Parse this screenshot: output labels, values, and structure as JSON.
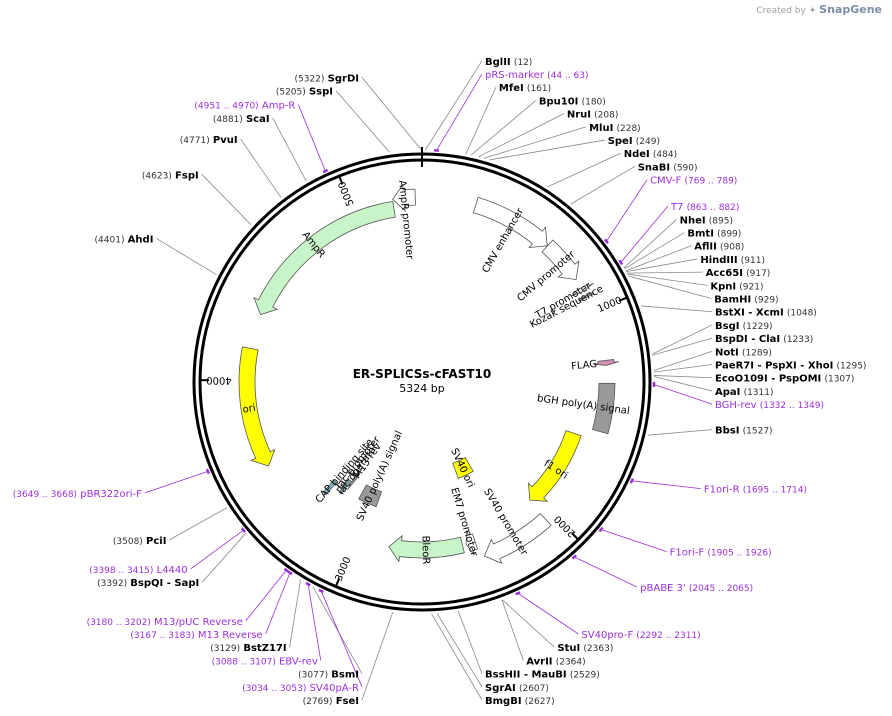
{
  "app": {
    "credit_text": "Created by",
    "brand": "SnapGene"
  },
  "plasmid": {
    "name": "ER-SPLICSs-cFAST10",
    "size_label": "5324 bp",
    "length": 5324
  },
  "ticks": [
    {
      "bp": 1000,
      "label": "1000"
    },
    {
      "bp": 2000,
      "label": "2000"
    },
    {
      "bp": 3000,
      "label": "3000"
    },
    {
      "bp": 4000,
      "label": "4000"
    },
    {
      "bp": 5000,
      "label": "5000"
    }
  ],
  "features": [
    {
      "name": "CMV enhancer",
      "start": 250,
      "end": 630,
      "strand": "+",
      "kind": "enhancer",
      "color": "#ffffff",
      "label": "CMV enhancer"
    },
    {
      "name": "CMV promoter",
      "start": 631,
      "end": 834,
      "strand": "+",
      "kind": "promoter",
      "color": "#ffffff",
      "label": "CMV promoter"
    },
    {
      "name": "T7 promoter",
      "start": 879,
      "end": 897,
      "strand": "+",
      "kind": "promoter",
      "color": "#ffffff",
      "label": "T7 promoter"
    },
    {
      "name": "Kozak sequence",
      "start": 920,
      "end": 929,
      "strand": "none",
      "kind": "misc",
      "color": "#b0b0b0",
      "label": "Kozak sequence"
    },
    {
      "name": "FLAG",
      "start": 1232,
      "end": 1255,
      "strand": "+",
      "kind": "tag",
      "color": "#d48fb0",
      "label": "FLAG"
    },
    {
      "name": "bGH poly(A) signal",
      "start": 1337,
      "end": 1561,
      "strand": "none",
      "kind": "terminator",
      "color": "#999999",
      "label": "bGH poly(A) signal"
    },
    {
      "name": "f1 ori",
      "start": 1607,
      "end": 2035,
      "strand": "+",
      "kind": "origin",
      "color": "#ffff00",
      "label": "f1 ori"
    },
    {
      "name": "SV40 promoter",
      "start": 2041,
      "end": 2370,
      "strand": "+",
      "kind": "promoter",
      "color": "#ffffff",
      "label": "SV40 promoter"
    },
    {
      "name": "SV40 ori",
      "start": 2221,
      "end": 2356,
      "strand": "none",
      "kind": "origin",
      "color": "#ffff00",
      "label": "SV40 ori"
    },
    {
      "name": "EM7 promoter",
      "start": 2390,
      "end": 2437,
      "strand": "+",
      "kind": "promoter",
      "color": "#ffffff",
      "label": "EM7 promoter"
    },
    {
      "name": "BleoR",
      "start": 2456,
      "end": 2830,
      "strand": "+",
      "kind": "cds",
      "color": "#c7f5c7",
      "label": "BleoR"
    },
    {
      "name": "SV40 poly(A) signal",
      "start": 2961,
      "end": 3082,
      "strand": "none",
      "kind": "terminator",
      "color": "#999999",
      "label": "SV40 poly(A) signal"
    },
    {
      "name": "M13 rev",
      "start": 3167,
      "end": 3183,
      "strand": "-",
      "kind": "primer_bind",
      "color": "#a0a0a0",
      "label": "M13 rev"
    },
    {
      "name": "lac operator",
      "start": 3191,
      "end": 3207,
      "strand": "none",
      "kind": "protein_bind",
      "color": "#7cbcc8",
      "label": "lac operator"
    },
    {
      "name": "lac promoter",
      "start": 3215,
      "end": 3245,
      "strand": "-",
      "kind": "promoter",
      "color": "#ffffff",
      "label": "lac promoter"
    },
    {
      "name": "CAP binding site",
      "start": 3260,
      "end": 3281,
      "strand": "none",
      "kind": "protein_bind",
      "color": "#7cbcc8",
      "label": "CAP binding site"
    },
    {
      "name": "ori",
      "start": 3569,
      "end": 4157,
      "strand": "-",
      "kind": "origin",
      "color": "#ffff00",
      "label": "ori"
    },
    {
      "name": "AmpR",
      "start": 4328,
      "end": 5188,
      "strand": "-",
      "kind": "cds",
      "color": "#c7f5c7",
      "label": "AmpR"
    },
    {
      "name": "AmpR promoter",
      "start": 5189,
      "end": 5293,
      "strand": "-",
      "kind": "promoter",
      "color": "#ffffff",
      "label": "AmpR promoter"
    }
  ],
  "enzymes": [
    {
      "text": "(5322)",
      "name": "SgrDI",
      "pos": 5322
    },
    {
      "text": "(12)",
      "name": "BglII",
      "pos": 12
    },
    {
      "text": "(161)",
      "name": "MfeI",
      "pos": 161
    },
    {
      "text": "(180)",
      "name": "Bpu10I",
      "pos": 180
    },
    {
      "text": "(208)",
      "name": "NruI",
      "pos": 208
    },
    {
      "text": "(228)",
      "name": "MluI",
      "pos": 228
    },
    {
      "text": "(249)",
      "name": "SpeI",
      "pos": 249
    },
    {
      "text": "(484)",
      "name": "NdeI",
      "pos": 484
    },
    {
      "text": "(590)",
      "name": "SnaBI",
      "pos": 590
    },
    {
      "text": "(895)",
      "name": "NheI",
      "pos": 895
    },
    {
      "text": "(899)",
      "name": "BmtI",
      "pos": 899
    },
    {
      "text": "(908)",
      "name": "AflII",
      "pos": 908
    },
    {
      "text": "(911)",
      "name": "HindIII",
      "pos": 911
    },
    {
      "text": "(917)",
      "name": "Acc65I",
      "pos": 917
    },
    {
      "text": "(921)",
      "name": "KpnI",
      "pos": 921
    },
    {
      "text": "(929)",
      "name": "BamHI",
      "pos": 929
    },
    {
      "text": "(1048)",
      "name": "BstXI - XcmI",
      "pos": 1048
    },
    {
      "text": "(1229)",
      "name": "BsgI",
      "pos": 1229
    },
    {
      "text": "(1233)",
      "name": "BspDI - ClaI",
      "pos": 1233
    },
    {
      "text": "(1289)",
      "name": "NotI",
      "pos": 1289
    },
    {
      "text": "(1295)",
      "name": "PaeR7I - PspXI - XhoI",
      "pos": 1295
    },
    {
      "text": "(1307)",
      "name": "EcoO109I - PspOMI",
      "pos": 1307
    },
    {
      "text": "(1311)",
      "name": "ApaI",
      "pos": 1311
    },
    {
      "text": "(1527)",
      "name": "BbsI",
      "pos": 1527
    },
    {
      "text": "(2363)",
      "name": "StuI",
      "pos": 2363
    },
    {
      "text": "(2364)",
      "name": "AvrII",
      "pos": 2364
    },
    {
      "text": "(2529)",
      "name": "BssHII - MauBI",
      "pos": 2529
    },
    {
      "text": "(2607)",
      "name": "SgrAI",
      "pos": 2607
    },
    {
      "text": "(2627)",
      "name": "BmgBI",
      "pos": 2627
    },
    {
      "text": "(2769)",
      "name": "FseI",
      "pos": 2769
    },
    {
      "text": "(3077)",
      "name": "BsmI",
      "pos": 3077
    },
    {
      "text": "(3129)",
      "name": "BstZ17I",
      "pos": 3129
    },
    {
      "text": "(3392)",
      "name": "BspQI - SapI",
      "pos": 3392
    },
    {
      "text": "(3508)",
      "name": "PciI",
      "pos": 3508
    },
    {
      "text": "(4401)",
      "name": "AhdI",
      "pos": 4401
    },
    {
      "text": "(4623)",
      "name": "FspI",
      "pos": 4623
    },
    {
      "text": "(4771)",
      "name": "PvuI",
      "pos": 4771
    },
    {
      "text": "(4881)",
      "name": "ScaI",
      "pos": 4881
    },
    {
      "text": "(5205)",
      "name": "SspI",
      "pos": 5205
    }
  ],
  "primers": [
    {
      "name": "pRS-marker",
      "range": "(44 .. 63)",
      "pos": 53
    },
    {
      "name": "Amp-R",
      "range": "(4951 .. 4970)",
      "pos": 4960
    },
    {
      "name": "CMV-F",
      "range": "(769 .. 789)",
      "pos": 779
    },
    {
      "name": "T7",
      "range": "(863 .. 882)",
      "pos": 872
    },
    {
      "name": "BGH-rev",
      "range": "(1332 .. 1349)",
      "pos": 1340
    },
    {
      "name": "F1ori-R",
      "range": "(1695 .. 1714)",
      "pos": 1704
    },
    {
      "name": "F1ori-F",
      "range": "(1905 .. 1926)",
      "pos": 1915
    },
    {
      "name": "pBABE 3'",
      "range": "(2045 .. 2065)",
      "pos": 2055
    },
    {
      "name": "SV40pro-F",
      "range": "(2292 .. 2311)",
      "pos": 2301
    },
    {
      "name": "SV40pA-R",
      "range": "(3034 .. 3053)",
      "pos": 3043
    },
    {
      "name": "EBV-rev",
      "range": "(3088 .. 3107)",
      "pos": 3097
    },
    {
      "name": "M13 Reverse",
      "range": "(3167 .. 3183)",
      "pos": 3175
    },
    {
      "name": "M13/pUC Reverse",
      "range": "(3180 .. 3202)",
      "pos": 3191
    },
    {
      "name": "L4440",
      "range": "(3398 .. 3415)",
      "pos": 3406
    },
    {
      "name": "pBR322ori-F",
      "range": "(3649 .. 3668)",
      "pos": 3658
    }
  ],
  "colors": {
    "backbone": "#000000",
    "enzyme_text": "#000000",
    "number_text": "#333333",
    "primer": "#9b30d9",
    "leader": "#888888"
  }
}
